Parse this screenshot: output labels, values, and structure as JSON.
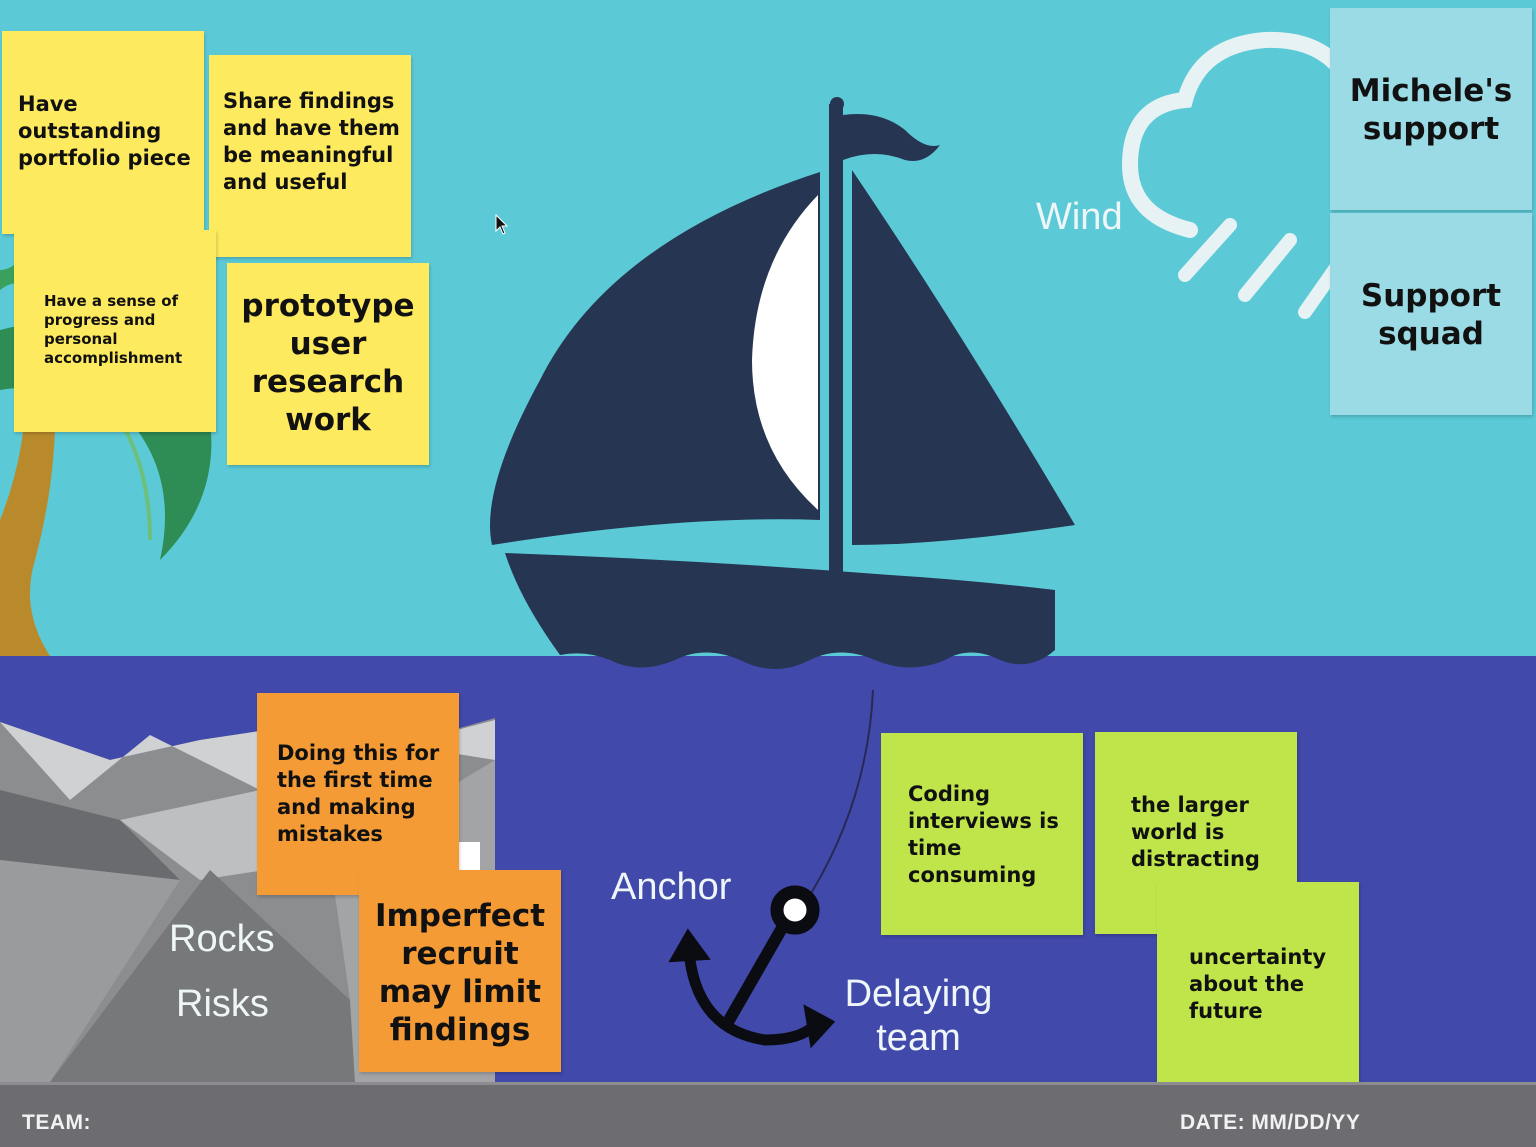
{
  "sky_labels": {
    "wind": "Wind"
  },
  "sea_labels": {
    "anchor": "Anchor",
    "delaying_team": "Delaying team",
    "rocks": "Rocks",
    "risks": "Risks"
  },
  "notes": {
    "portfolio": "Have outstanding portfolio piece",
    "share_findings": "Share findings and have them be meaningful and useful",
    "sense_of_progress": "Have a sense of progress and personal accomplishment",
    "prototype_research": "prototype user research work",
    "micheles_support": "Michele's support",
    "support_squad": "Support squad",
    "first_time": "Doing this for the first time and making mistakes",
    "imperfect_recruit": "Imperfect recruit may limit findings",
    "coding_interviews": "Coding interviews is time consuming",
    "larger_world": "the larger world is distracting",
    "uncertainty": "uncertainty about the future"
  },
  "footer": {
    "team_label": "TEAM:",
    "date_label": "DATE: MM/DD/YY"
  },
  "colors": {
    "sky": "#5ccad6",
    "sea": "#4149ab",
    "boat": "#263551",
    "sticky_yellow": "#fdea5e",
    "sticky_orange": "#f49b36",
    "sticky_green": "#bfe54a",
    "sticky_blue": "#9adbe6",
    "footer": "#6d6c70"
  }
}
